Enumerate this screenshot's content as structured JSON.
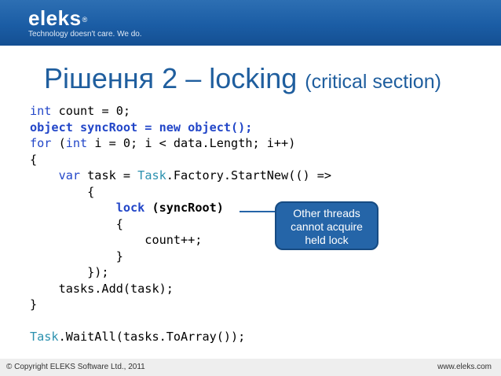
{
  "header": {
    "logo": "eleks",
    "logo_mark": "®",
    "tagline": "Technology doesn't care. We do."
  },
  "slide": {
    "title_main": "Рішення 2 – locking",
    "title_sub": "(critical section)",
    "code": [
      [
        {
          "t": "int",
          "c": "kw"
        },
        {
          "t": " count = 0;",
          "c": ""
        }
      ],
      [
        {
          "t": "object syncRoot = new object();",
          "c": "kw b"
        }
      ],
      [
        {
          "t": "for",
          "c": "kw"
        },
        {
          "t": " (",
          "c": ""
        },
        {
          "t": "int",
          "c": "kw"
        },
        {
          "t": " i = 0; i < data.Length; i++)",
          "c": ""
        }
      ],
      [
        {
          "t": "{",
          "c": ""
        }
      ],
      [
        {
          "t": "    ",
          "c": ""
        },
        {
          "t": "var",
          "c": "kw"
        },
        {
          "t": " task = ",
          "c": ""
        },
        {
          "t": "Task",
          "c": "ty"
        },
        {
          "t": ".Factory.StartNew(() =>",
          "c": ""
        }
      ],
      [
        {
          "t": "        {",
          "c": ""
        }
      ],
      [
        {
          "t": "            ",
          "c": ""
        },
        {
          "t": "lock",
          "c": "kw b"
        },
        {
          "t": " (syncRoot)",
          "c": "b"
        }
      ],
      [
        {
          "t": "            {",
          "c": ""
        }
      ],
      [
        {
          "t": "                count++;",
          "c": ""
        }
      ],
      [
        {
          "t": "            }",
          "c": ""
        }
      ],
      [
        {
          "t": "        });",
          "c": ""
        }
      ],
      [
        {
          "t": "    tasks.Add(task);",
          "c": ""
        }
      ],
      [
        {
          "t": "}",
          "c": ""
        }
      ],
      [
        {
          "t": "",
          "c": ""
        }
      ],
      [
        {
          "t": "Task",
          "c": "ty"
        },
        {
          "t": ".WaitAll(tasks.ToArray());",
          "c": ""
        }
      ]
    ],
    "callout": [
      "Other threads",
      "cannot acquire",
      "held lock"
    ]
  },
  "footer": {
    "copyright": "© Copyright ELEKS Software Ltd., 2011",
    "website": "www.eleks.com"
  }
}
